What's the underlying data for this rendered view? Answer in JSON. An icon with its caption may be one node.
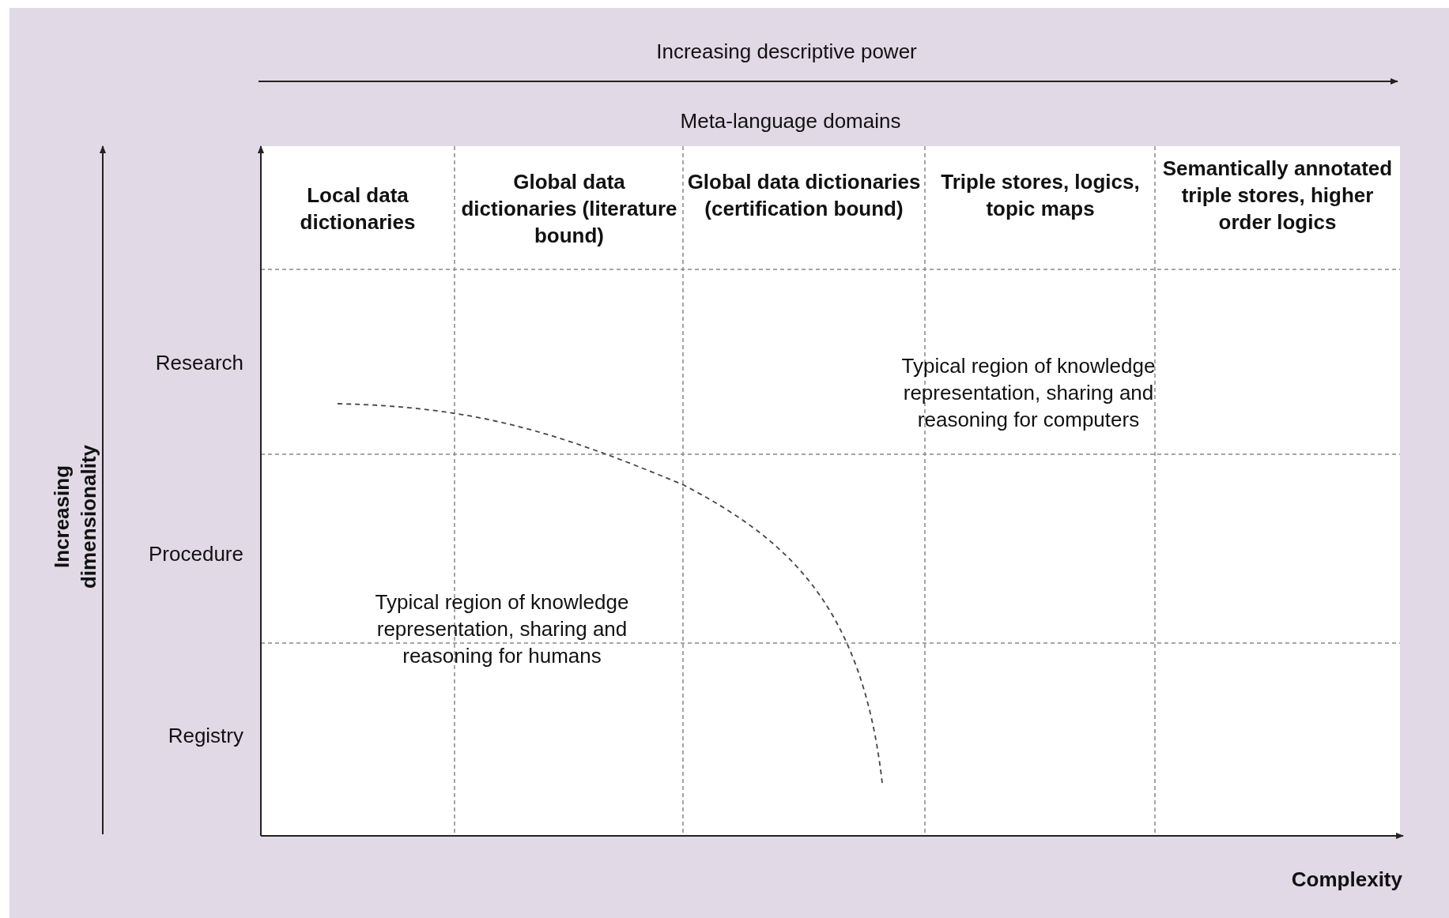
{
  "diagram": {
    "labels": [
      "Increasing descriptive power",
      "Meta-language domains",
      "Increasing dimensionality",
      "Local data dictionaries",
      "Global data dictionaries (literature bound)",
      "Global data dictionaries (certification bound)",
      "Triple stores, logics, topic maps",
      "Semantically annotated triple stores, higher order logics",
      "Research",
      "Typical region of knowledge representation, sharing and reasoning for computers",
      "Procedure",
      "Typical region of knowledge representation, sharing and reasoning for humans",
      "Registry",
      "Complexity"
    ]
  }
}
